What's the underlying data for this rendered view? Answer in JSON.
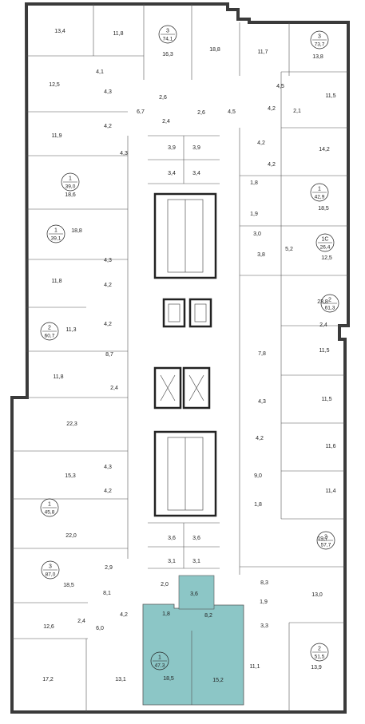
{
  "highlight_color": "#8cc6c6",
  "apartments": [
    {
      "id": "a1",
      "num": "3",
      "area": "74,1"
    },
    {
      "id": "a2",
      "num": "3",
      "area": "73,7"
    },
    {
      "id": "a3",
      "num": "1",
      "area": "39,0"
    },
    {
      "id": "a4",
      "num": "1",
      "area": "42,9"
    },
    {
      "id": "a5",
      "num": "1",
      "area": "39,1"
    },
    {
      "id": "a6",
      "num": "1С",
      "area": "26,4"
    },
    {
      "id": "a7",
      "num": "2",
      "area": "60,7"
    },
    {
      "id": "a8",
      "num": "2",
      "area": "61,3"
    },
    {
      "id": "a9",
      "num": "1",
      "area": "45,8"
    },
    {
      "id": "a10",
      "num": "2",
      "area": "57,7"
    },
    {
      "id": "a11",
      "num": "3",
      "area": "87,0"
    },
    {
      "id": "a12",
      "num": "2",
      "area": "51,5"
    },
    {
      "id": "a13",
      "num": "1",
      "area": "47,3"
    }
  ],
  "rooms": [
    "13,4",
    "11,8",
    "16,3",
    "18,8",
    "11,7",
    "13,8",
    "4,1",
    "12,5",
    "4,3",
    "6,7",
    "2,6",
    "2,4",
    "2,6",
    "4,5",
    "4,5",
    "4,2",
    "2,1",
    "11,5",
    "11,9",
    "4,2",
    "4,3",
    "3,9",
    "3,9",
    "4,2",
    "14,2",
    "18,6",
    "3,4",
    "3,4",
    "4,2",
    "1,8",
    "18,5",
    "18,8",
    "1,9",
    "3,0",
    "3,8",
    "5,2",
    "12,5",
    "4,3",
    "11,8",
    "4,2",
    "23,8",
    "11,3",
    "4,2",
    "2,4",
    "11,5",
    "8,7",
    "11,8",
    "2,4",
    "7,8",
    "4,3",
    "11,5",
    "22,3",
    "4,2",
    "11,6",
    "15,3",
    "4,3",
    "9,0",
    "4,2",
    "11,4",
    "22,0",
    "1,8",
    "3,6",
    "3,6",
    "19,7",
    "18,5",
    "2,9",
    "3,1",
    "3,1",
    "2,0",
    "8,1",
    "3,6",
    "8,3",
    "13,0",
    "1,9",
    "1,8",
    "8,2",
    "12,6",
    "2,4",
    "6,0",
    "4,2",
    "3,3",
    "17,2",
    "13,1",
    "18,5",
    "15,2",
    "11,1",
    "13,9"
  ]
}
